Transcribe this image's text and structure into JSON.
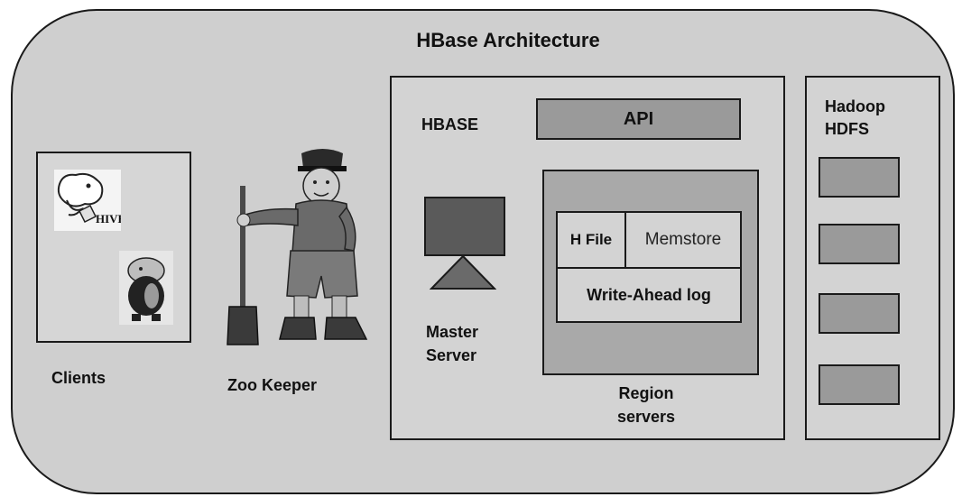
{
  "title": "HBase Architecture",
  "clients": {
    "label": "Clients",
    "icons": [
      "hive-logo-icon",
      "pig-logo-icon"
    ],
    "hive_logo_text": "HIVE"
  },
  "zookeeper": {
    "label": "Zoo Keeper",
    "icon": "zookeeper-figure-icon"
  },
  "hbase": {
    "label": "HBASE",
    "api": "API",
    "master": {
      "line1": "Master",
      "line2": "Server",
      "icon": "monitor-icon"
    },
    "region": {
      "hfile": "H File",
      "memstore": "Memstore",
      "wal": "Write-Ahead log",
      "label_line1": "Region",
      "label_line2": "servers"
    }
  },
  "hdfs": {
    "line1": "Hadoop",
    "line2": "HDFS",
    "nodes": 4
  },
  "colors": {
    "background": "#cfcfcf",
    "box": "#d3d3d3",
    "dark_box": "#9a9a9a",
    "monitor": "#5a5a5a"
  }
}
